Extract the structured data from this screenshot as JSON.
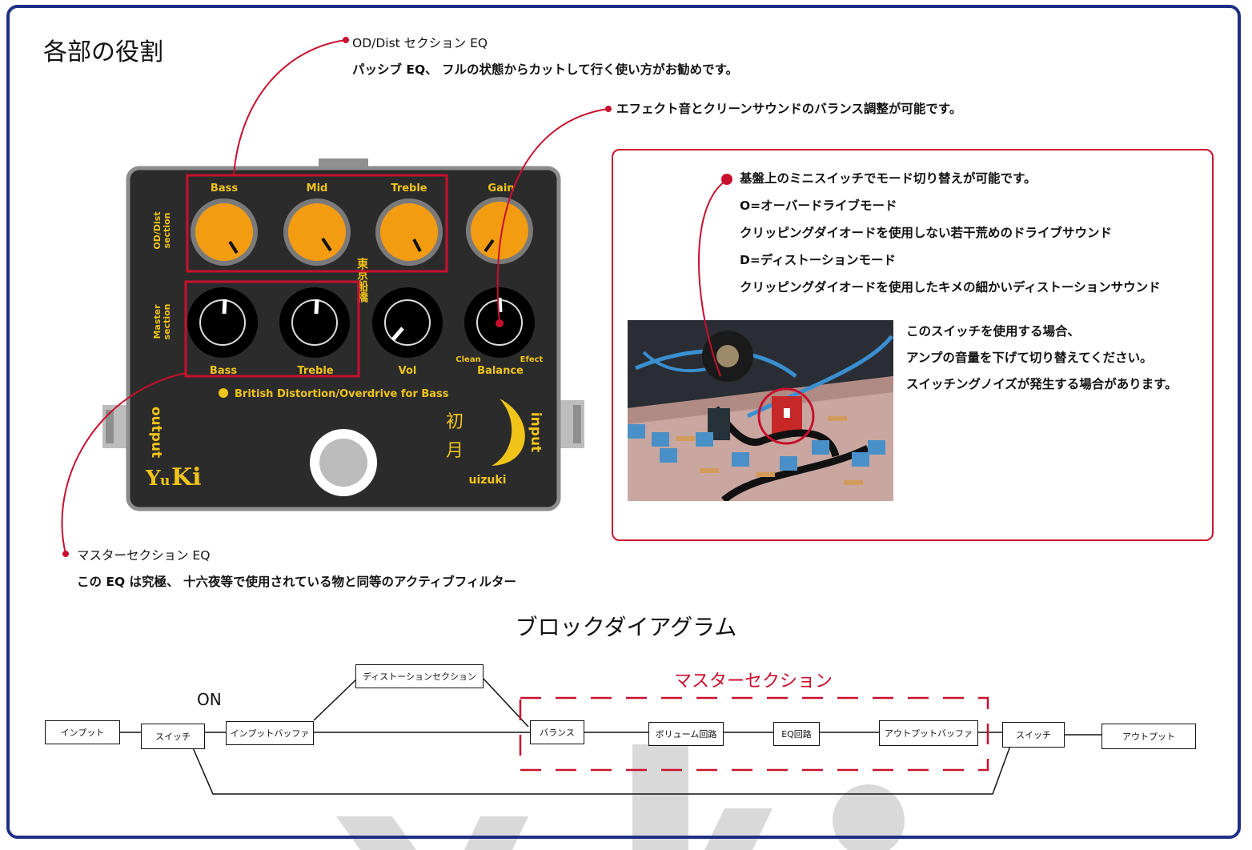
{
  "page": {
    "title": "各部の役割"
  },
  "annotations": {
    "od_eq": {
      "title": "OD/Dist セクション EQ",
      "desc": "パッシブ EQ、 フルの状態からカットして行く使い方がお勧めです。"
    },
    "balance": {
      "text": "エフェクト音とクリーンサウンドのバランス調整が可能です。"
    },
    "master_eq": {
      "title": "マスターセクション EQ",
      "desc": "この EQ は究極、 十六夜等で使用されている物と同等のアクティブフィルター"
    },
    "mode_switch": {
      "lines": [
        "基盤上のミニスイッチでモード切り替えが可能です。",
        "O=オーバードライブモード",
        "クリッピングダイオードを使用しない若干荒めのドライブサウンド",
        "D=ディストーションモード",
        "クリッピングダイオードを使用したキメの細かいディストーションサウンド"
      ],
      "caution": [
        "このスイッチを使用する場合、",
        "アンプの音量を下げて切り替えてください。",
        "スイッチングノイズが発生する場合があります。"
      ]
    }
  },
  "pedal": {
    "od_section_label": [
      "OD/Dist",
      "section"
    ],
    "master_section_label": [
      "Master",
      "section"
    ],
    "top_knobs": [
      "Bass",
      "Mid",
      "Treble",
      "Gain"
    ],
    "bottom_knobs": [
      "Bass",
      "Treble",
      "Vol",
      "Balance"
    ],
    "balance_sub": {
      "left": "Clean",
      "right": "Efect"
    },
    "vertical_kanji": "東京船橋",
    "tagline": "British Distortion/Overdrive for Bass",
    "output_label": "output",
    "input_label": "input",
    "brand": {
      "y": "Y",
      "u": "u",
      "ki": "Ki"
    },
    "model_kanji": [
      "初",
      "月"
    ],
    "model_romaji": "uizuki",
    "colors": {
      "body": "#2b2b2b",
      "knob_orange": "#f39c12",
      "print_yellow": "#f0c419",
      "highlight_red": "#c8102e"
    }
  },
  "block_diagram": {
    "title": "ブロックダイアグラム",
    "on_label": "ON",
    "master_label": "マスターセクション",
    "blocks": {
      "input": "インプット",
      "switch_in": "スイッチ",
      "input_buffer": "インプットバッファ",
      "distortion": "ディストーションセクション",
      "balance": "バランス",
      "volume": "ボリューム回路",
      "eq": "EQ回路",
      "output_buffer": "アウトプットバッファ",
      "switch_out": "スイッチ",
      "output": "アウトプット"
    }
  }
}
